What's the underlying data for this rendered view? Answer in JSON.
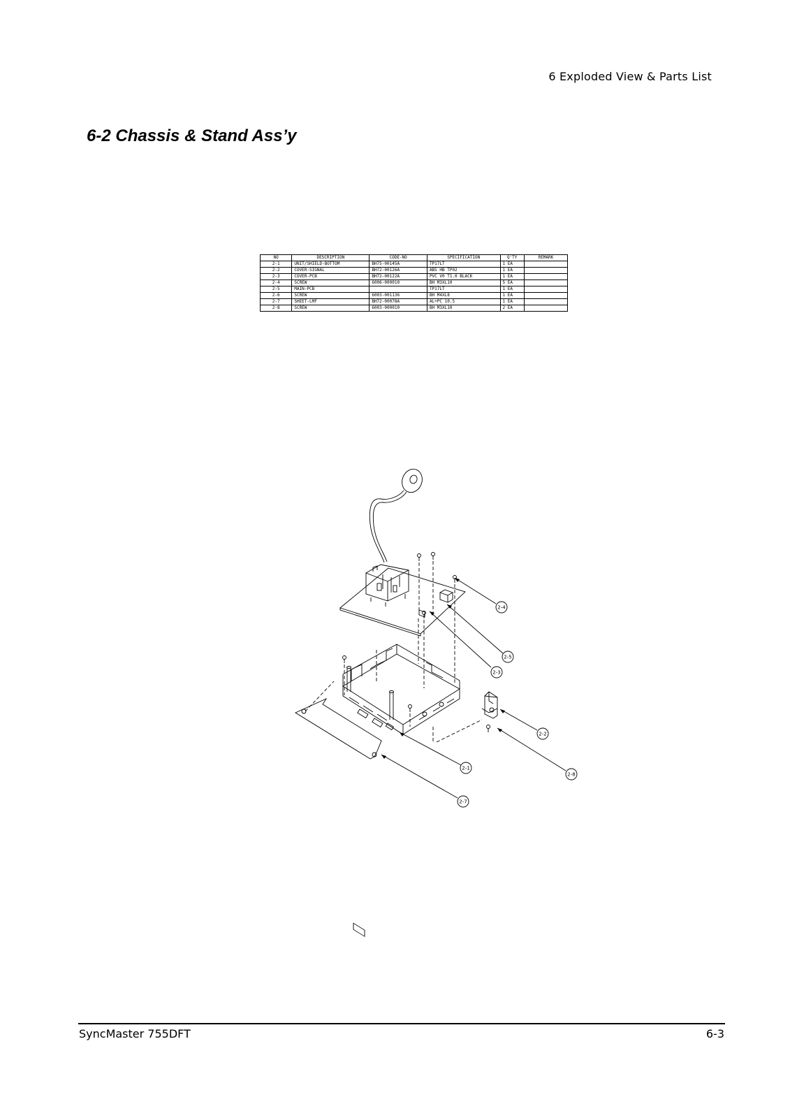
{
  "header": {
    "chapter": "6 Exploded View & Parts List"
  },
  "section": {
    "title": "6-2 Chassis & Stand Ass’y"
  },
  "parts_table": {
    "headers": [
      "NO",
      "DESCRIPTION",
      "CODE-NO",
      "SPECIFICATION",
      "Q'TY",
      "REMARK"
    ],
    "rows": [
      [
        "2-1",
        "UNIT/SHIELD-BOTTOM",
        "BH75-00145A",
        "TP17LT",
        "1 EA",
        ""
      ],
      [
        "2-2",
        "COVER-SIGNAL",
        "BH72-00126A",
        "ABS HB TP02",
        "1 EA",
        ""
      ],
      [
        "2-3",
        "COVER-PCB",
        "BH72-00122A",
        "PVC V0 T1.0 BLACK",
        "1 EA",
        ""
      ],
      [
        "2-4",
        "SCREW",
        "6006-000010",
        "BH M3XL10",
        "5 EA",
        ""
      ],
      [
        "2-5",
        "MAIN-PCB",
        "",
        "TP17LT",
        "1 EA",
        ""
      ],
      [
        "2-6",
        "SCREW",
        "6003-001136",
        "BH M4XL8",
        "1 EA",
        ""
      ],
      [
        "2-7",
        "SHEET-LMF",
        "BH72-00078A",
        "AL+PC 10.5",
        "1 EA",
        ""
      ],
      [
        "2-8",
        "SCREW",
        "6003-000010",
        "BH M3XL10",
        "2 EA",
        ""
      ]
    ]
  },
  "diagram": {
    "callouts": [
      "2-4",
      "2-5",
      "2-3",
      "2-2",
      "2-1",
      "2-8",
      "2-7"
    ]
  },
  "footer": {
    "model": "SyncMaster 755DFT",
    "page": "6-3"
  }
}
